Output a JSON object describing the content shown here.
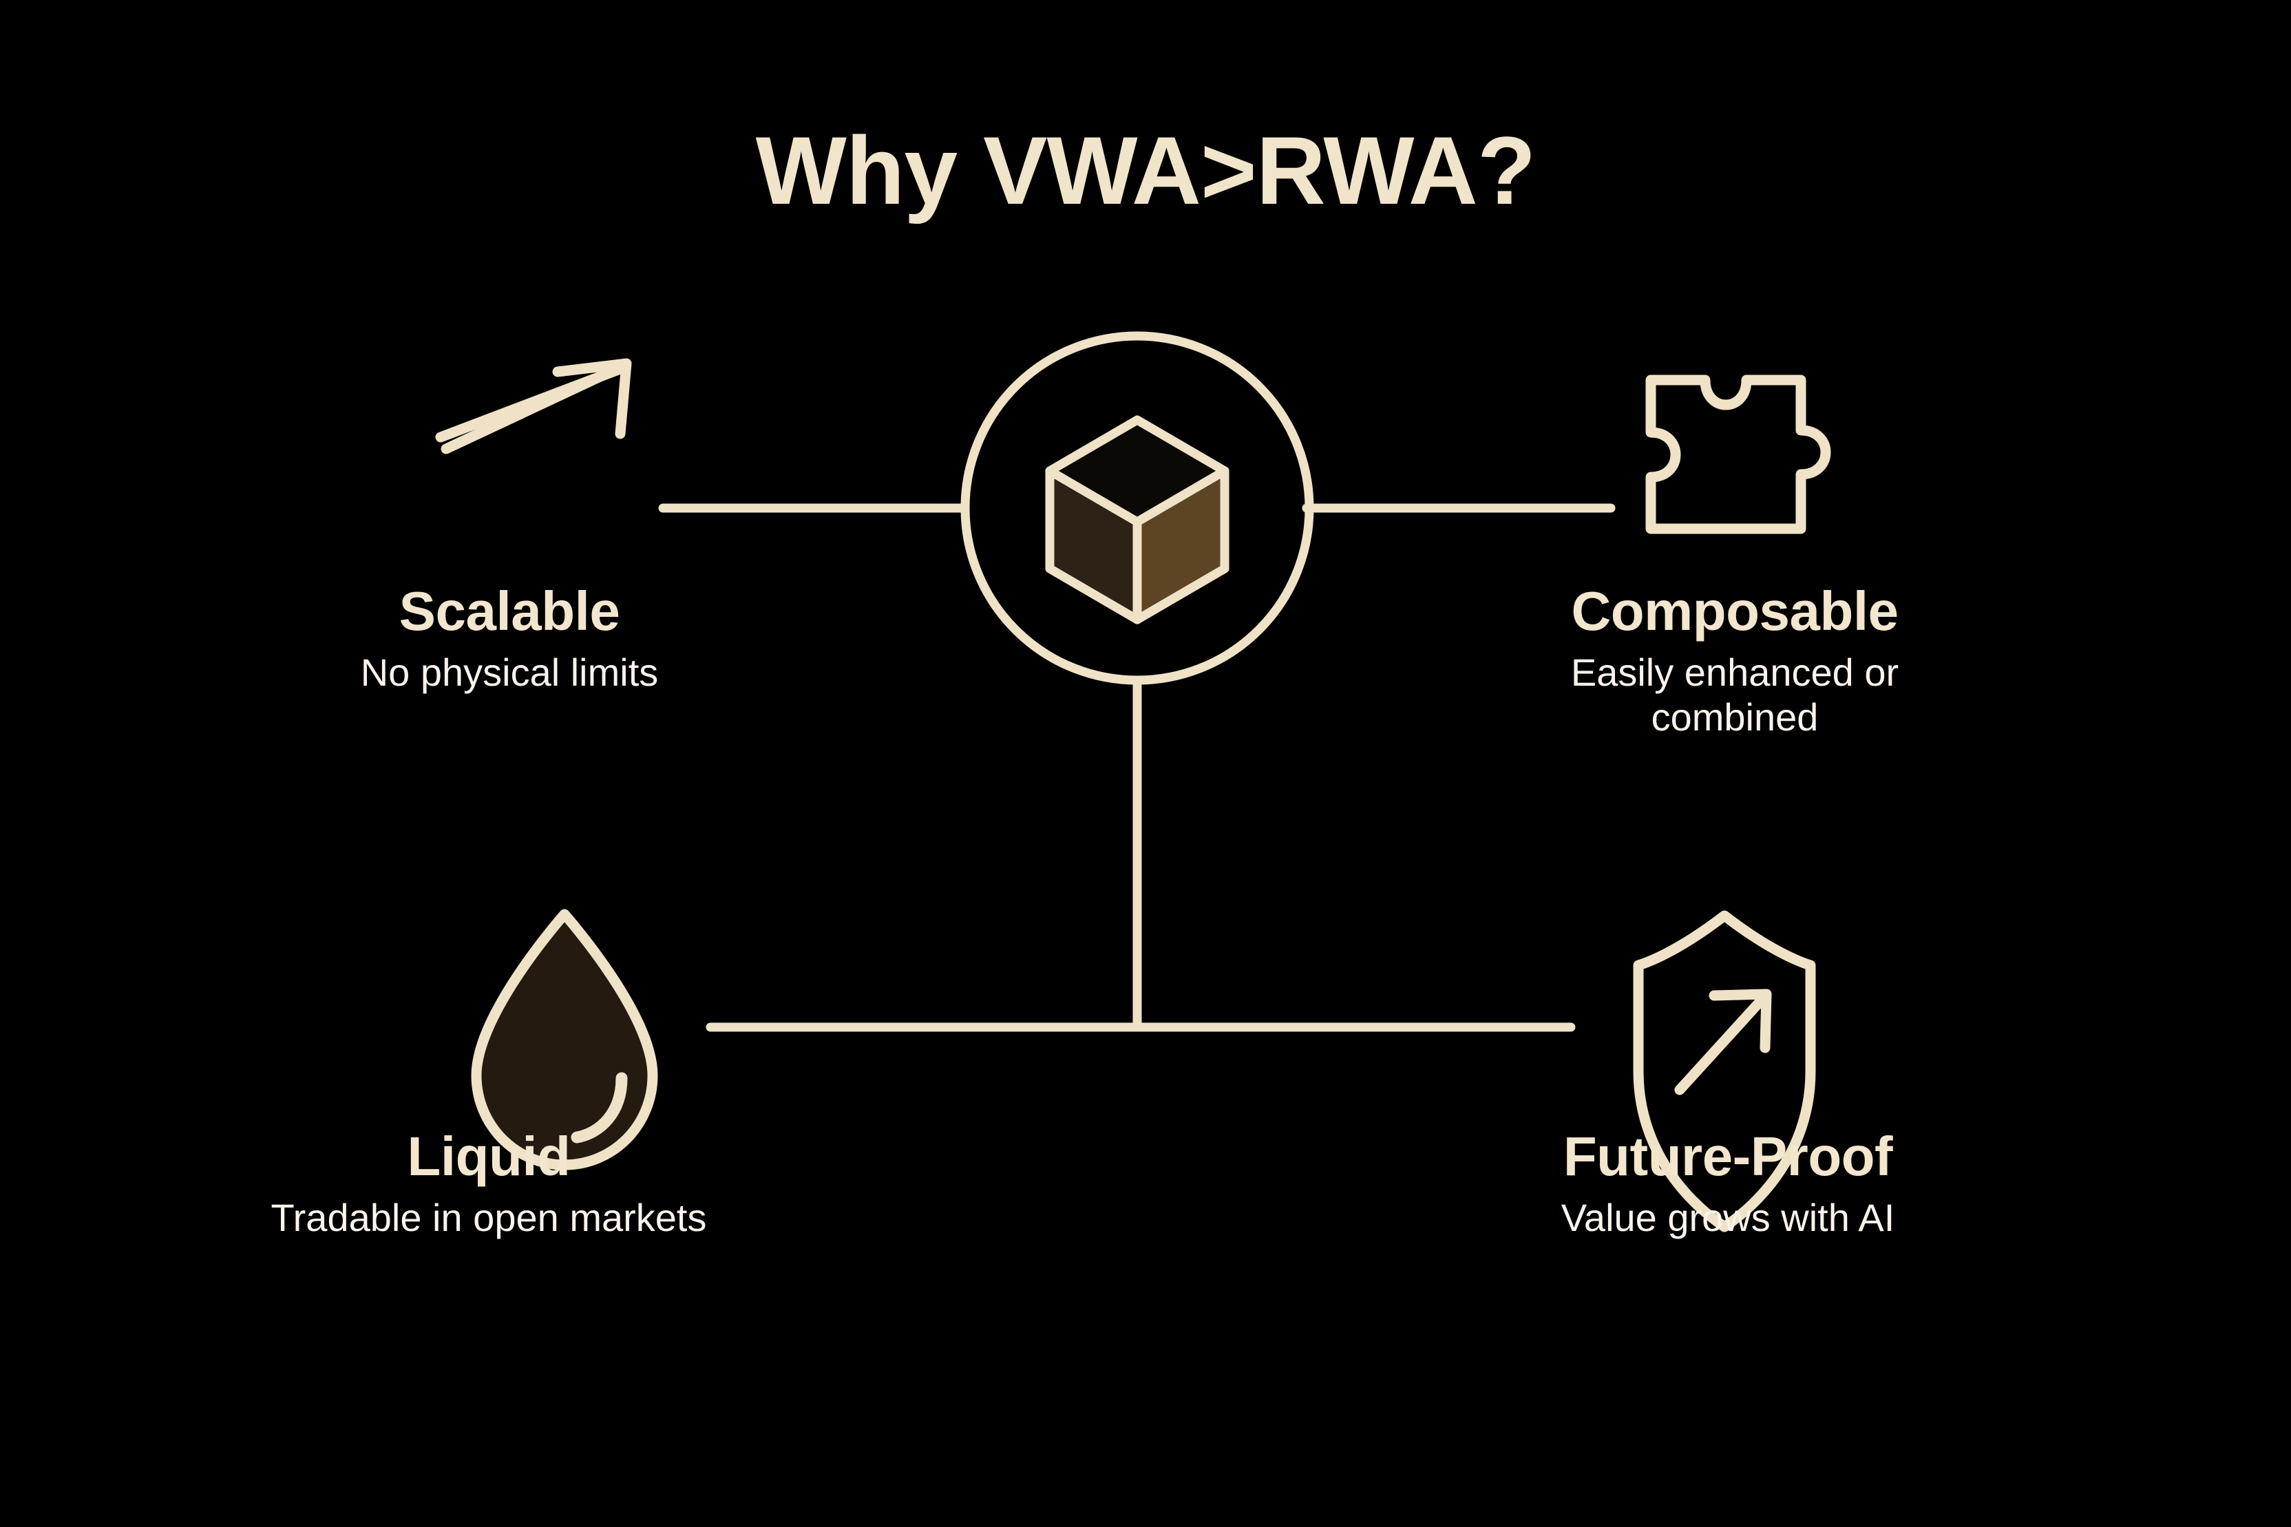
{
  "diagram": {
    "title": "Why VWA>RWA?",
    "center": {
      "icon": "cube-icon",
      "shape": "circle-outline-with-isometric-cube"
    },
    "nodes": [
      {
        "id": "scalable",
        "icon": "arrow-up-right-icon",
        "heading": "Scalable",
        "subtitle": "No physical limits",
        "position": "top-left"
      },
      {
        "id": "composable",
        "icon": "puzzle-piece-icon",
        "heading": "Composable",
        "subtitle": "Easily enhanced or combined",
        "position": "top-right"
      },
      {
        "id": "liquid",
        "icon": "water-droplet-icon",
        "heading": "Liquid",
        "subtitle": "Tradable in open markets",
        "position": "bottom-left"
      },
      {
        "id": "future-proof",
        "icon": "shield-with-arrow-up-right-icon",
        "heading": "Future-Proof",
        "subtitle": "Value grows with AI",
        "position": "bottom-right"
      }
    ]
  },
  "colors": {
    "background": "#000000",
    "cream": "#F0E4CA",
    "cream_light": "#FBF3EC",
    "stroke": "#EFE2C6",
    "cube_face_left": "#2E2216",
    "cube_face_right": "#5C4424",
    "cube_face_top": "#0B0906",
    "droplet_fill": "#241A10"
  }
}
